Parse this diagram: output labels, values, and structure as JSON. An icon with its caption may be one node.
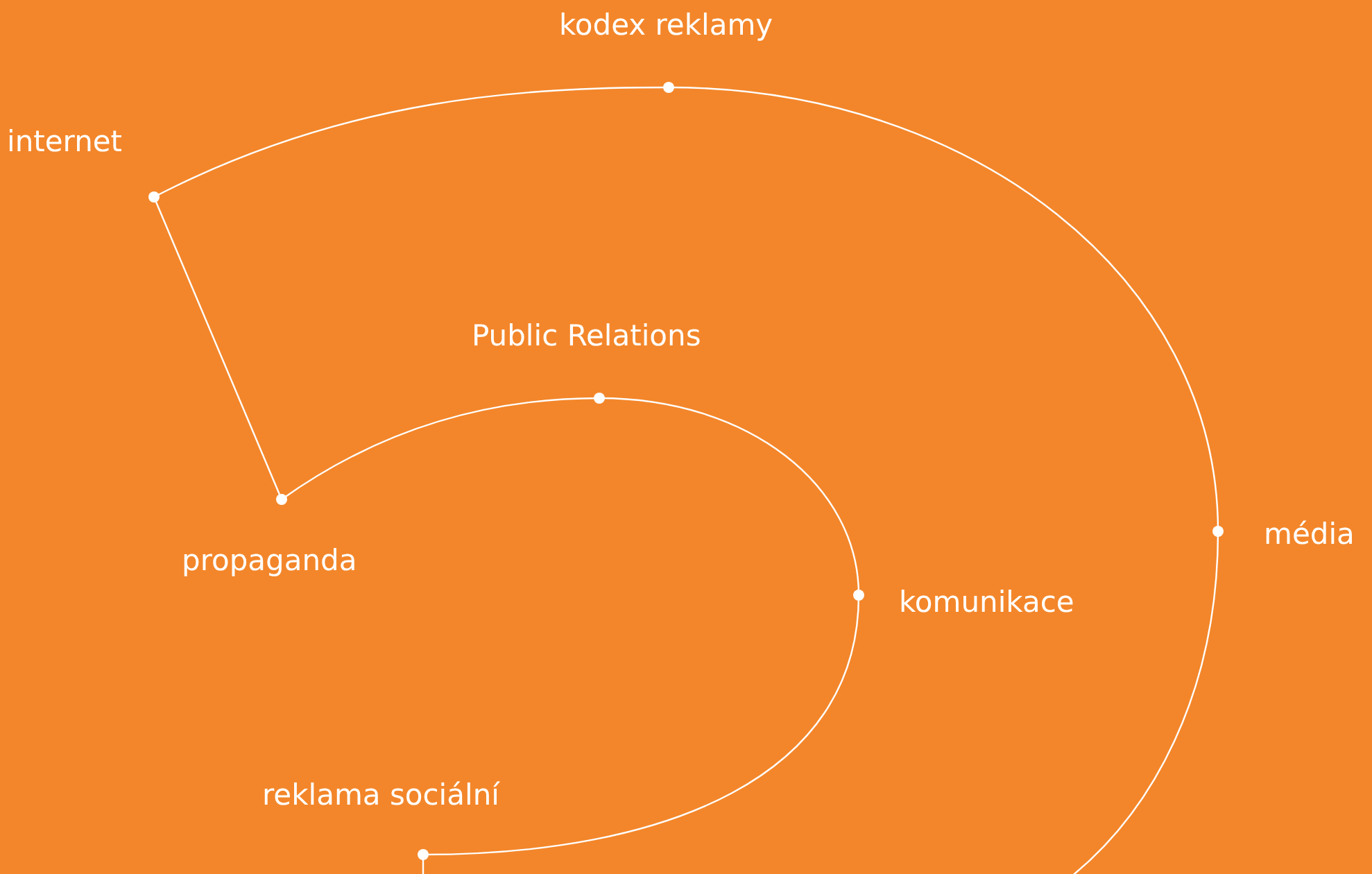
{
  "diagram": {
    "nodes": [
      {
        "text": [
          "kodex reklamy"
        ]
      },
      {
        "text": [
          "internet"
        ]
      },
      {
        "text": [
          "Public Relations"
        ]
      },
      {
        "text": [
          "propaganda"
        ]
      },
      {
        "text": [
          "média"
        ]
      },
      {
        "text": [
          "komunikace"
        ]
      },
      {
        "text": [
          "reklama sociální"
        ]
      }
    ],
    "edges": [
      {
        "from": 1,
        "to": 0,
        "arrow": "none"
      },
      {
        "from": 0,
        "to": 4,
        "arrow": "none"
      },
      {
        "from": 4,
        "to": null,
        "arrow": "none"
      },
      {
        "from": 1,
        "to": 3,
        "arrow": "none"
      },
      {
        "from": 3,
        "to": 2,
        "arrow": "none"
      },
      {
        "from": 2,
        "to": 5,
        "arrow": "none"
      },
      {
        "from": 5,
        "to": 6,
        "arrow": "none"
      },
      {
        "from": 6,
        "to": null,
        "arrow": "none"
      }
    ]
  }
}
